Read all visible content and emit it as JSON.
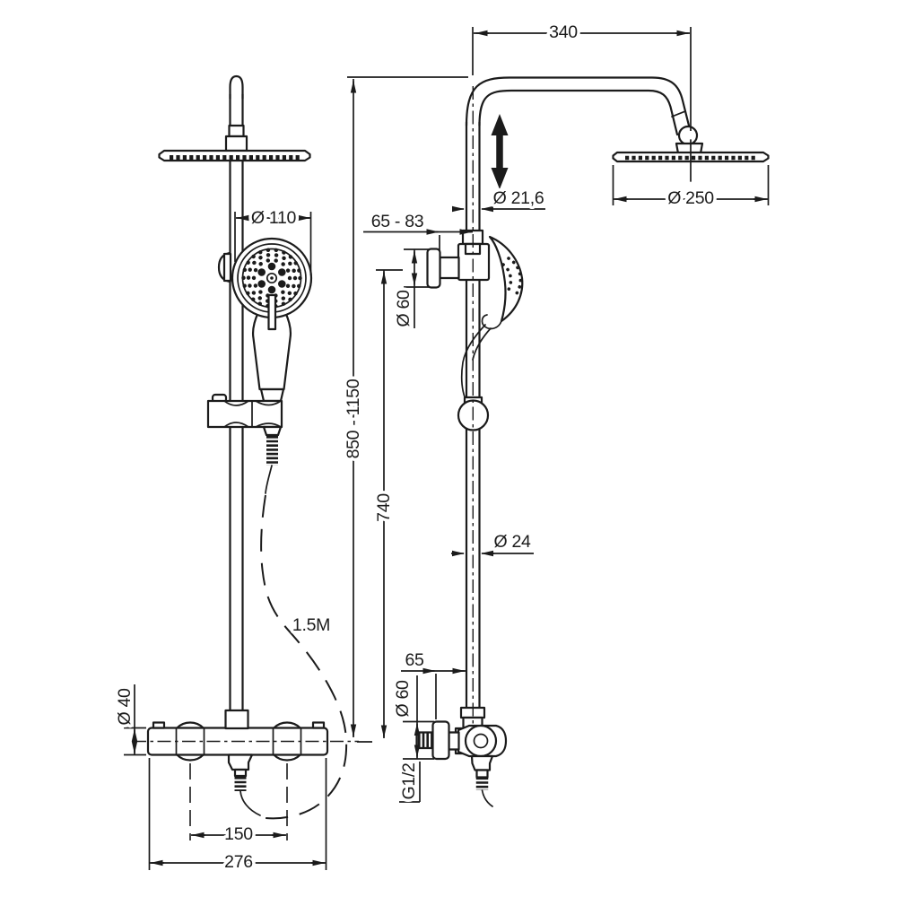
{
  "drawing": {
    "title": "shower-column-technical-drawing",
    "colors": {
      "line": "#1b1b1b",
      "background": "#ffffff"
    },
    "dimensions": {
      "arm_width": "340",
      "head_diameter": "Ø 250",
      "upper_pipe_diameter": "Ø 21,6",
      "hand_shower_diameter": "Ø 110",
      "bracket_offset_range": "65 - 83",
      "bracket_flange_diameter": "Ø 60",
      "height_range": "850 - 1150",
      "rail_height": "740",
      "lower_pipe_diameter": "Ø 24",
      "valve_offset": "65",
      "valve_flange_diameter": "Ø 60",
      "thread_size": "G1/2",
      "hose_length": "1.5M",
      "valve_body_diameter": "Ø 40",
      "inlet_spacing": "150",
      "valve_width": "276"
    }
  }
}
